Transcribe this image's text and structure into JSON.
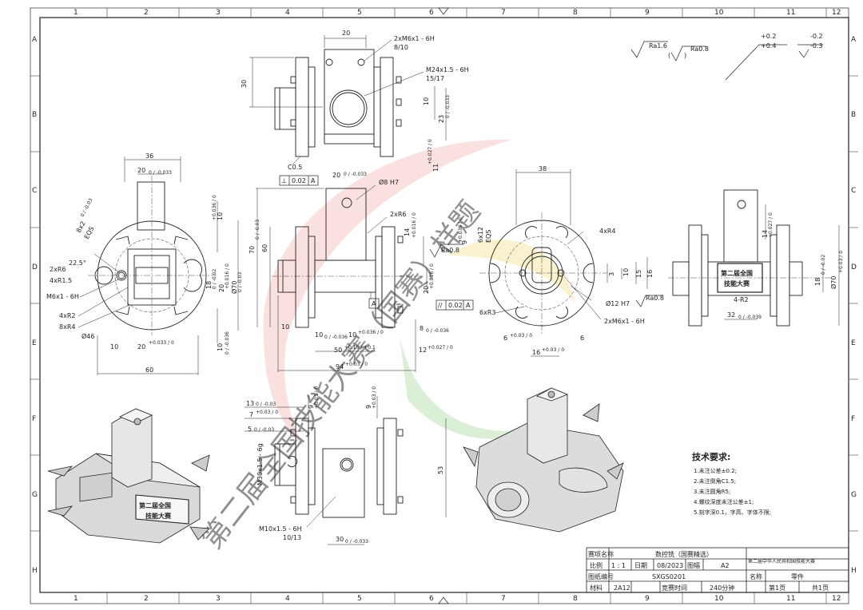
{
  "zones": {
    "columns": [
      "1",
      "2",
      "3",
      "4",
      "5",
      "6",
      "7",
      "8",
      "9",
      "10",
      "11",
      "12"
    ],
    "rows": [
      "A",
      "B",
      "C",
      "D",
      "E",
      "F",
      "G",
      "H"
    ]
  },
  "watermark": {
    "text": "第二届全国技能大赛（国赛）样题"
  },
  "roughness": {
    "ra16": "Ra1.6",
    "ra08": "Ra0.8",
    "paren_open": "(",
    "paren_close": ")"
  },
  "tolerance_legend": {
    "a_upper": "+0.2",
    "a_lower": "+0.4",
    "b_upper": "-0.2",
    "b_lower": "-0.3"
  },
  "top_view": {
    "dim_20": "20",
    "thread_2xM6": "2xM6x1 - 6H",
    "thread_2xM6_depth": "8/10",
    "thread_M24": "M24x1.5 - 6H",
    "thread_M24_depth": "15/17",
    "dim_30": "30",
    "dim_10": "10",
    "dim_23": "23",
    "dim_23_tol": "0 / -0.033",
    "dim_11": "11",
    "dim_11_tol": "+0.027 / 0",
    "chamfer": "C0.5"
  },
  "left_view": {
    "dim_36": "36",
    "dim_20": "20",
    "dim_20_tol": "0 / -0.033",
    "dim_10_top": "10",
    "dim_10_top_tol": "+0.036 / 0",
    "slot": "8x2",
    "slot_tol": "0 / -0.03",
    "eqs": "EQS",
    "angle": "22.5°",
    "r6": "2xR6",
    "r15": "4xR1.5",
    "m6": "M6x1 - 6H",
    "r2": "4xR2",
    "r4": "8xR4",
    "phi46": "Ø46",
    "dim_18": "18",
    "dim_18_tol": "0 / -0.02",
    "dim_20v": "20",
    "dim_20v_tol": "+0.016 / 0",
    "phi70": "Ø70",
    "phi70_tol": "0 / -0.03",
    "dim_10_side": "10",
    "dim_10_side_tol": "0 / -0.036",
    "dim_10_bottom": "10",
    "dim_20_bottom": "20",
    "dim_20_bottom_tol": "+0.033 / 0",
    "dim_60": "60"
  },
  "front_view": {
    "perp_symbol": "⊥",
    "perp_value": "0.02",
    "perp_datum": "A",
    "dim_20": "20",
    "dim_20_tol": "0 / -0.033",
    "hole": "Ø8 H7",
    "r6": "2xR6",
    "dim_70": "70",
    "dim_70_tol": "0 / -0.03",
    "dim_60": "60",
    "dim_14": "14",
    "dim_14_tol": "+0.016 / 0",
    "dim_20r": "20",
    "dim_20r_tol": "+0.016 / 0",
    "ra": "Ra0.8",
    "datum": "A",
    "par_symbol": "//",
    "par_value": "0.02",
    "par_datum": "A",
    "dim_10a": "10",
    "dim_10b": "10",
    "dim_10b_tol": "0 / -0.036",
    "dim_10c": "10",
    "dim_10c_tol": "+0.036 / 0",
    "dim_8": "8",
    "dim_8_tol": "0 / -0.036",
    "dim_50": "50",
    "dim_50_tol": "+0.15 / +0.1",
    "dim_12": "12",
    "dim_12_tol": "+0.027 / 0",
    "dim_94": "94",
    "dim_94_tol": "+0.03 / 0"
  },
  "right_view": {
    "dim_38": "38",
    "r4": "4xR4",
    "dim_9": "9",
    "dim_9_tol": "+0.036 / 0",
    "dim_6x12": "6x12",
    "eqs": "EQS",
    "dim_10": "10",
    "dim_3": "3",
    "dim_15": "15",
    "dim_16": "16",
    "phi12": "Ø12 H7",
    "ra": "Ra0.8",
    "r3": "6xR3",
    "m6": "2xM6x1 - 6H",
    "dim_6": "6",
    "dim_6_tol": "+0.03 / 0",
    "dim_16b": "16",
    "dim_16b_tol": "+0.03 / 0",
    "dim_6b": "6"
  },
  "far_right_view": {
    "dim_14": "14",
    "dim_14_tol": "+0.027 / 0",
    "plate_line1": "第二届全国",
    "plate_line2": "技能大赛",
    "r2": "4-R2",
    "dim_32": "32",
    "dim_32_tol": "0 / -0.039",
    "dim_18": "18",
    "dim_18_tol": "0 / -0.02",
    "phi70": "Ø70",
    "phi70_tol": "+0.03 / 0"
  },
  "bottom_view": {
    "dim_13": "13",
    "dim_13_tol": "0 / -0.03",
    "dim_7": "7",
    "dim_7_tol": "+0.03 / 0",
    "dim_5": "5",
    "dim_5_tol": "0 / -0.03",
    "dim_9a": "9",
    "dim_9a_tol": "+0.03 / 0",
    "dim_9b": "9",
    "dim_9b_tol": "+0.03 / 0",
    "thread_m30": "M30x1.5 - 6g",
    "dim_53": "53",
    "thread_m10": "M10x1.5 - 6H",
    "thread_m10_depth": "10/13",
    "dim_30": "30",
    "dim_30_tol": "0 / -0.033"
  },
  "tech_requirements": {
    "title": "技术要求:",
    "items": [
      "1.未注公差±0.2;",
      "2.未注倒角C1.5;",
      "3.未注圆角R5;",
      "4.螺纹深度未注公差±1;",
      "5.刻字深0.1，字高、字体不限;"
    ]
  },
  "iso_plate": {
    "line1": "第二届全国",
    "line2": "技能大赛"
  },
  "title_block": {
    "item_name_label": "赛项名称",
    "item_name_value": "数控铣（国赛精选）",
    "scale_label": "比例",
    "scale_value": "1 : 1",
    "date_label": "日期",
    "date_value": "08/2023",
    "size_label": "图幅",
    "size_value": "A2",
    "drawing_no_label": "图纸编号",
    "drawing_no_value": "SXGS0201",
    "material_label": "材料",
    "material_value": "2A12",
    "time_label": "竞赛时间",
    "time_value": "240分钟",
    "org_text": "第二届中华人民共和国技能大赛",
    "name_label": "名称",
    "name_value": "零件",
    "sheet_label": "第1页",
    "sheet_total": "共1页"
  }
}
